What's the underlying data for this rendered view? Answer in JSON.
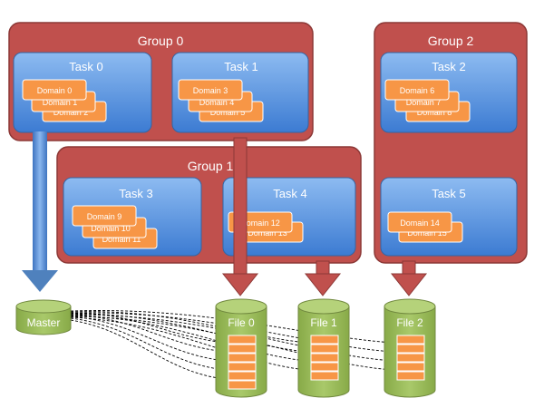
{
  "colors": {
    "group_fill": "#C0504D",
    "group_stroke": "#8C3836",
    "task_fill_top": "#7FB2EE",
    "task_fill_bottom": "#3F7FD4",
    "task_stroke": "#3465A4",
    "domain_fill": "#F79646",
    "domain_stroke": "#ffffff",
    "storage_fill": "#9BBB59",
    "storage_stroke": "#71893F",
    "slot_fill": "#F79646",
    "arrow_red": "#C0504D",
    "arrow_blue": "#4F81BD"
  },
  "groups": [
    {
      "label": "Group 0"
    },
    {
      "label": "Group 1"
    },
    {
      "label": "Group 2"
    }
  ],
  "tasks": [
    {
      "label": "Task 0",
      "domains": [
        "Domain 0",
        "Domain 1",
        "Domain 2"
      ]
    },
    {
      "label": "Task 1",
      "domains": [
        "Domain 3",
        "Domain 4",
        "Domain 5"
      ]
    },
    {
      "label": "Task 2",
      "domains": [
        "Domain 6",
        "Domain 7",
        "Domain 8"
      ]
    },
    {
      "label": "Task 3",
      "domains": [
        "Domain 9",
        "Domain 10",
        "Domain 11"
      ]
    },
    {
      "label": "Task 4",
      "domains": [
        "Domain 12",
        "Domain 13"
      ]
    },
    {
      "label": "Task 5",
      "domains": [
        "Domain 14",
        "Domain 15"
      ]
    }
  ],
  "storage": {
    "master": {
      "label": "Master"
    },
    "files": [
      {
        "label": "File 0"
      },
      {
        "label": "File 1"
      },
      {
        "label": "File 2"
      }
    ]
  }
}
